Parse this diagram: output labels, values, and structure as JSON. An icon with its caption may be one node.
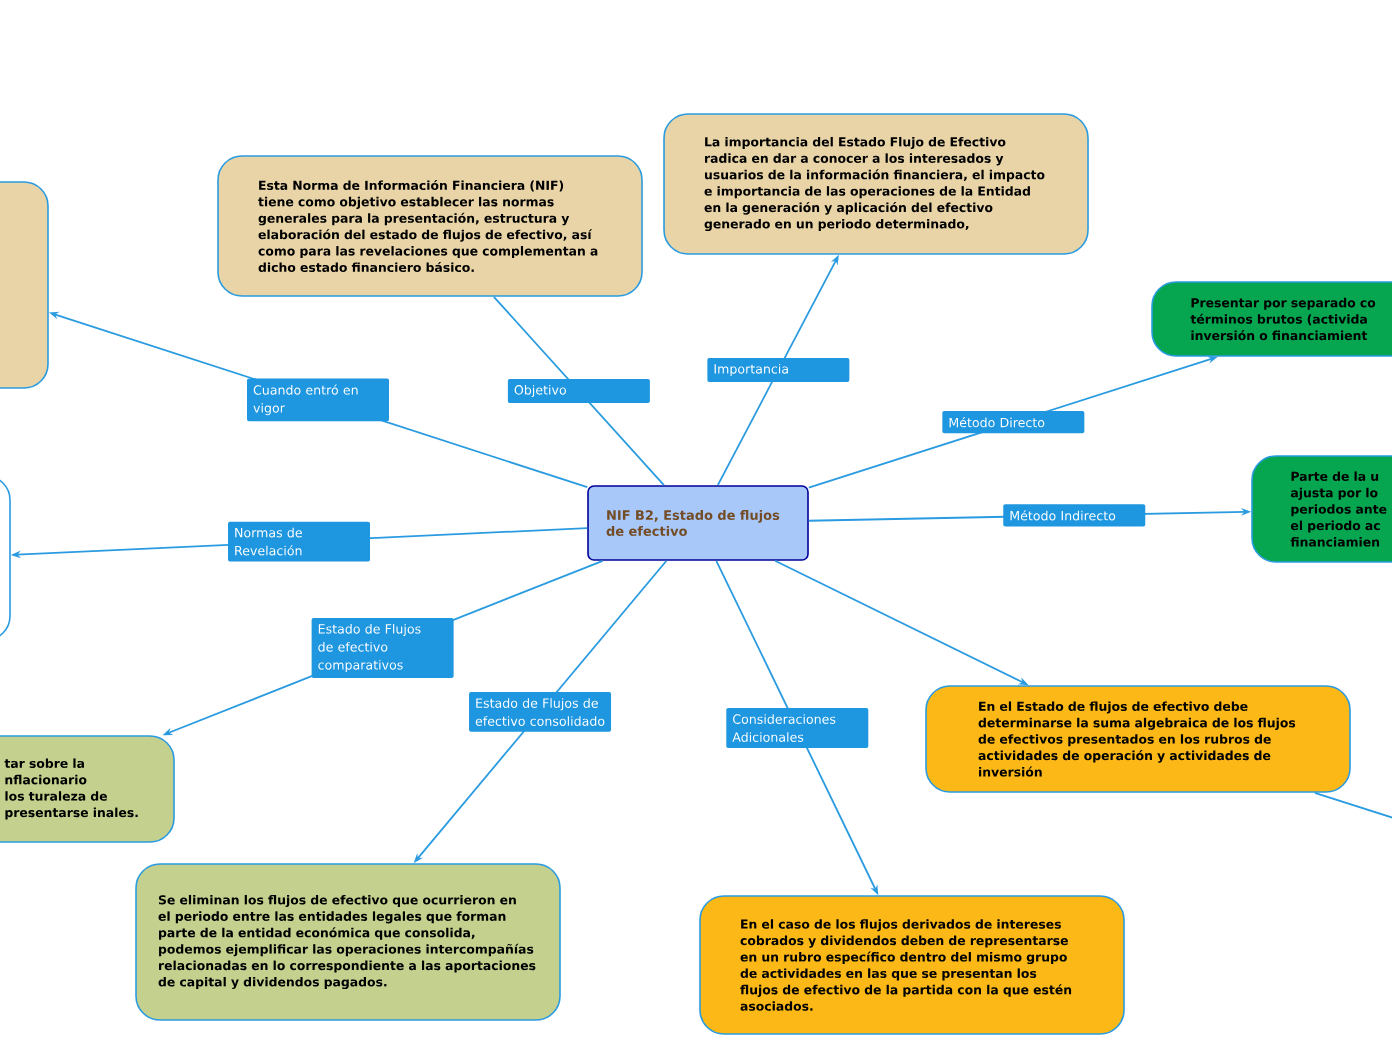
{
  "diagram": {
    "nodes": [
      {
        "text": [
          "NIF B2, Estado de flujos de efectivo"
        ]
      },
      {
        "text": [],
        "shape": "box"
      },
      {
        "text": [
          "Esta Norma de Información Financiera (NIF) tiene como objetivo establecer las normas generales para la presentación, estructura y elaboración del estado de flujos de efectivo, así como para las revelaciones que complementan a dicho estado financiero básico."
        ]
      },
      {
        "text": [
          "La importancia del Estado Flujo de Efectivo radica en dar a conocer a los interesados y usuarios de la información financiera, el impacto e importancia de las operaciones de la Entidad en la generación y aplicación del efectivo generado en un periodo determinado,"
        ]
      },
      {
        "text": [],
        "shape": "box"
      },
      {
        "text": [
          "Presentar por separado co términos brutos (activida inversión o financiamient"
        ]
      },
      {
        "text": [
          "Parte de la u ajusta por lo periodos ante el periodo ac financiamien"
        ]
      },
      {
        "text": [
          "tar sobre la nflacionario los turaleza de presentarse inales."
        ]
      },
      {
        "text": [
          "Se eliminan los flujos de efectivo que ocurrieron en el periodo entre las entidades legales que forman parte de la entidad económica que consolida, podemos ejemplificar las operaciones intercompañías relacionadas en lo correspondiente a las aportaciones de capital y dividendos pagados."
        ]
      },
      {
        "text": [
          "En el Estado de flujos de efectivo debe determinarse la suma algebraica de los flujos de efectivos presentados en los rubros de actividades de operación y actividades de inversión"
        ]
      },
      {
        "text": [
          "En el caso de los flujos derivados de intereses cobrados y dividendos deben de representarse en un rubro específico dentro del mismo grupo de actividades en las que se presentan los flujos de efectivo de la partida con la que estén asociados."
        ]
      }
    ],
    "edges": [
      {
        "from": 0,
        "to": 1,
        "arrow": "to",
        "label": "Cuando entró en vigor"
      },
      {
        "from": 0,
        "to": 2,
        "arrow": "none",
        "label": "Objetivo"
      },
      {
        "from": 0,
        "to": 3,
        "arrow": "to",
        "label": "Importancia"
      },
      {
        "from": 0,
        "to": 4,
        "arrow": "to",
        "label": "Normas de Revelación"
      },
      {
        "from": 0,
        "to": 5,
        "arrow": "to",
        "label": "Método Directo"
      },
      {
        "from": 0,
        "to": 6,
        "arrow": "to",
        "label": "Método Indirecto"
      },
      {
        "from": 0,
        "to": 7,
        "arrow": "to",
        "label": "Estado de Flujos de efectivo comparativos"
      },
      {
        "from": 0,
        "to": 8,
        "arrow": "to",
        "label": "Estado de Flujos de efectivo consolidado"
      },
      {
        "from": 0,
        "to": 9,
        "arrow": "to"
      },
      {
        "from": 0,
        "to": 10,
        "arrow": "to",
        "label": "Consideraciones Adicionales"
      },
      {
        "from": 9,
        "to": null,
        "arrow": "none"
      }
    ]
  }
}
